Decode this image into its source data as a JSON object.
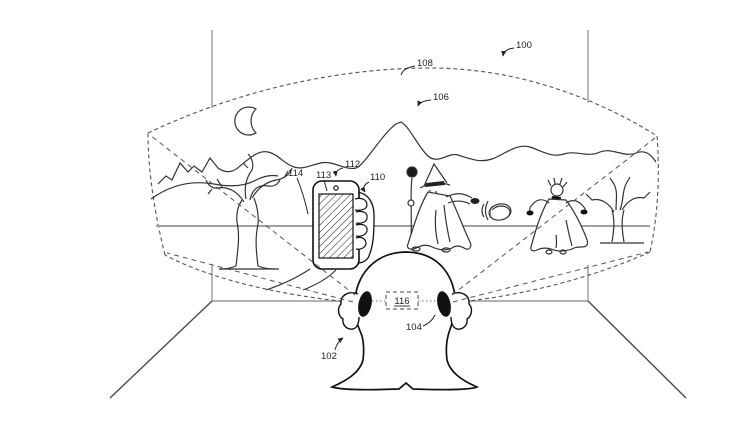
{
  "figure": {
    "background": "#ffffff",
    "ink_color": "#1a1a1a",
    "scene_line_color": "#333333",
    "dashed_line_color": "#555555",
    "room_line_color": "#999999",
    "floor_line_color": "#4a4a4a",
    "horizon_color": "#a0a0a0",
    "label_color": "#222222",
    "labels": {
      "l100": "100",
      "l102": "102",
      "l104": "104",
      "l106": "106",
      "l108": "108",
      "l110": "110",
      "l112": "112",
      "l113": "113",
      "l114": "114",
      "l116": "116"
    }
  }
}
